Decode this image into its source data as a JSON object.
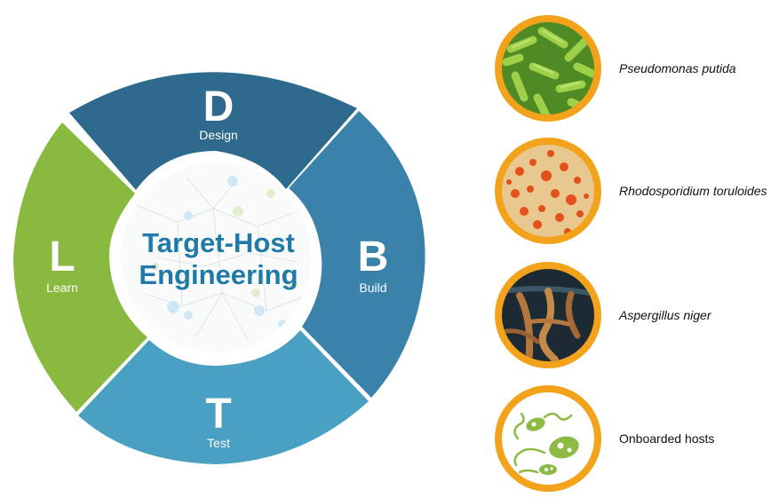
{
  "center": {
    "line1": "Target-Host",
    "line2": "Engineering"
  },
  "stages": [
    {
      "letter": "D",
      "name": "Design"
    },
    {
      "letter": "B",
      "name": "Build"
    },
    {
      "letter": "T",
      "name": "Test"
    },
    {
      "letter": "L",
      "name": "Learn"
    }
  ],
  "hosts": [
    {
      "name": "Pseudomonas putida"
    },
    {
      "name": "Rhodosporidium toruloides"
    },
    {
      "name": "Aspergillus niger"
    },
    {
      "name": "Onboarded hosts"
    }
  ],
  "colors": {
    "design": "#2e6a8e",
    "build": "#3a82aa",
    "test": "#4aa0c2",
    "learn": "#8ab93f",
    "center_text": "#1f7aa8",
    "ring": "#f2a31b",
    "icon_green": "#8dba45"
  }
}
